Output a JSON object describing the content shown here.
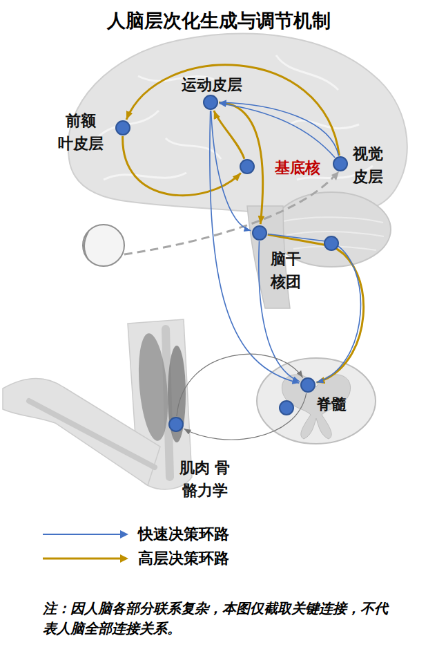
{
  "diagram": {
    "title": "人脑层次化生成与调节机制",
    "nodes": [
      {
        "text": [
          "运动皮层"
        ]
      },
      {
        "text": [
          "前额 叶皮层"
        ]
      },
      {
        "text": [
          "基底核"
        ]
      },
      {
        "text": [
          "视觉 皮层"
        ]
      },
      {
        "text": [
          "脑干 核团"
        ]
      },
      {
        "text": [
          "脊髓"
        ]
      },
      {
        "text": [
          "肌肉 骨骼力学"
        ]
      }
    ],
    "edges": [
      {
        "from": 3,
        "to": 1,
        "arrow": "to"
      },
      {
        "from": 1,
        "to": 2,
        "arrow": "to"
      },
      {
        "from": 2,
        "to": 0,
        "arrow": "to"
      },
      {
        "from": 0,
        "to": 4,
        "arrow": "to"
      },
      {
        "from": 4,
        "to": 5,
        "arrow": "to"
      },
      {
        "from": 3,
        "to": 0,
        "arrow": "to"
      },
      {
        "from": 3,
        "to": 0,
        "arrow": "to"
      },
      {
        "from": 0,
        "to": 4,
        "arrow": "to"
      },
      {
        "from": 0,
        "to": 5,
        "arrow": "to"
      },
      {
        "from": 4,
        "to": 5,
        "arrow": "to"
      },
      {
        "from": 4,
        "to": 5,
        "arrow": "to"
      },
      {
        "from": 6,
        "to": 5,
        "arrow": "to"
      },
      {
        "from": 5,
        "to": 6,
        "arrow": "to"
      }
    ],
    "labels": [
      "注：因人脑各部分联系复杂，本图仅截取关键连接，不代表人脑全部连接关系。"
    ],
    "legend": [
      {
        "text": "快速决策环路"
      },
      {
        "text": "高层决策环路"
      }
    ]
  }
}
